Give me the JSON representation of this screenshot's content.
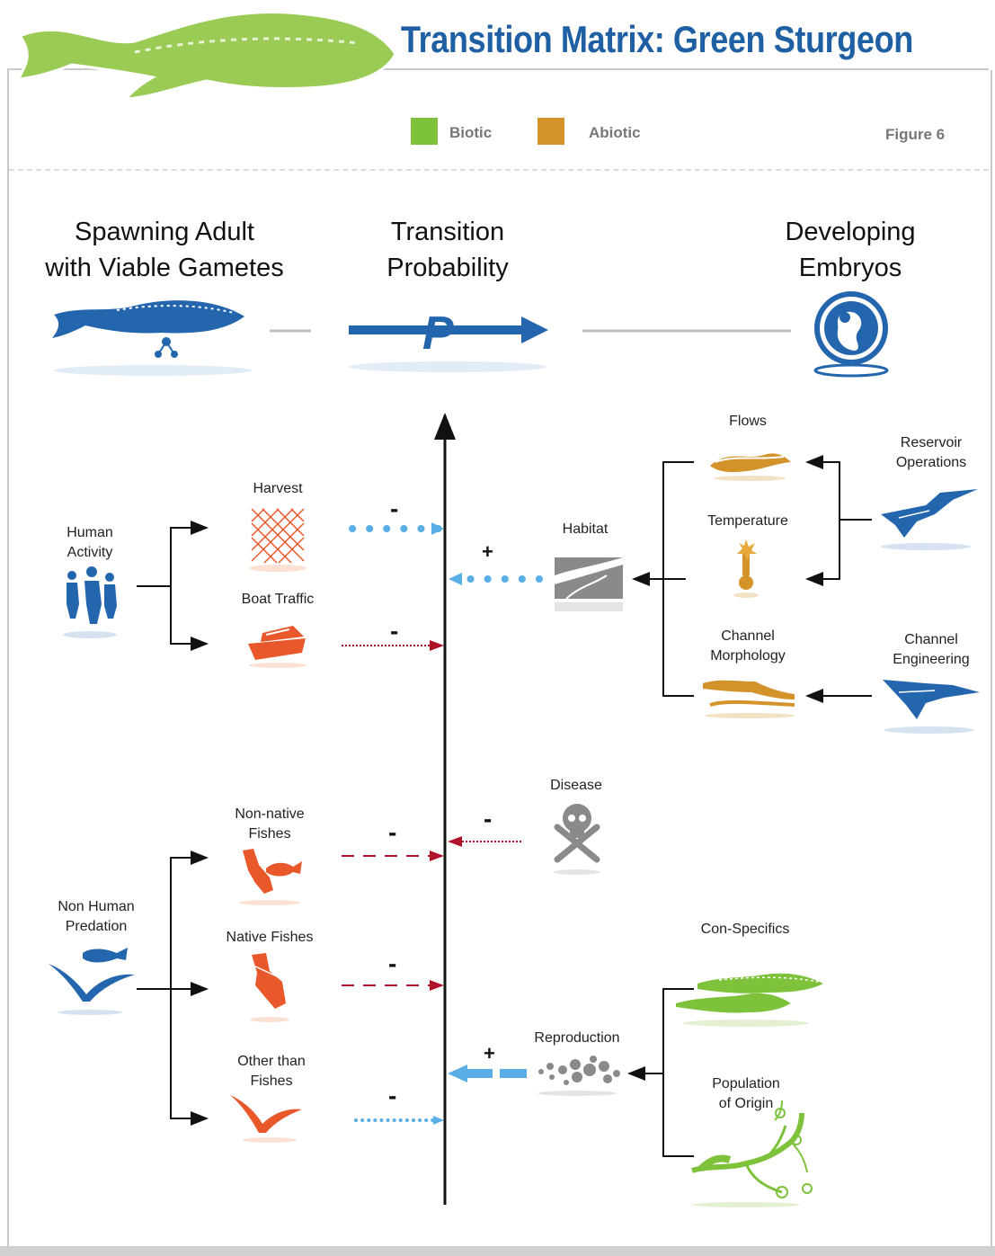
{
  "title": "Transition Matrix: Green Sturgeon",
  "legend": [
    {
      "label": "Biotic",
      "color": "#7dc23a"
    },
    {
      "label": "Abiotic",
      "color": "#d4922a"
    }
  ],
  "figure_label": "Figure 6",
  "headers": {
    "left": "Spawning Adult\nwith Viable Gametes",
    "middle": "Transition\nProbability",
    "right": "Developing\nEmbryos"
  },
  "nodes": {
    "human_activity": "Human\nActivity",
    "harvest": "Harvest",
    "boat_traffic": "Boat Traffic",
    "habitat": "Habitat",
    "flows": "Flows",
    "temperature": "Temperature",
    "channel_morphology": "Channel\nMorphology",
    "reservoir_operations": "Reservoir\nOperations",
    "channel_engineering": "Channel\nEngineering",
    "disease": "Disease",
    "non_native_fishes": "Non-native\nFishes",
    "non_human_predation": "Non Human\nPredation",
    "native_fishes": "Native Fishes",
    "other_than_fishes": "Other than\nFishes",
    "con_specifics": "Con-Specifics",
    "reproduction": "Reproduction",
    "population_of_origin": "Population\nof Origin"
  },
  "signs": {
    "harvest": "-",
    "habitat": "+",
    "boat_traffic": "-",
    "disease": "-",
    "non_native_fishes": "-",
    "native_fishes": "-",
    "reproduction": "+",
    "other_than_fishes": "-"
  },
  "icons": {
    "header_fish": "sturgeon-icon",
    "probability": "probability-arrow-icon",
    "embryo": "embryo-icon",
    "people": "people-icon",
    "net": "net-icon",
    "boat": "boat-icon",
    "river": "river-icon",
    "flows": "flows-icon",
    "thermometer": "thermometer-icon",
    "channel": "channel-icon",
    "dam": "dam-icon",
    "skull": "skull-icon",
    "predator": "predator-icon",
    "fish_map": "fish-map-icon",
    "bird": "bird-icon",
    "sturgeons": "sturgeon-pair-icon",
    "eggs": "eggs-icon",
    "river_network": "river-network-icon"
  },
  "colors": {
    "title": "#1f5fa3",
    "biotic_icon": "#7dc23a",
    "abiotic_icon": "#d4922a",
    "human_icon": "#e8582a",
    "blue_icon": "#2466ad",
    "gray_icon": "#8a8a8a",
    "positive_arrow": "#5aaee6",
    "negative_arrow": "#b0122a"
  }
}
